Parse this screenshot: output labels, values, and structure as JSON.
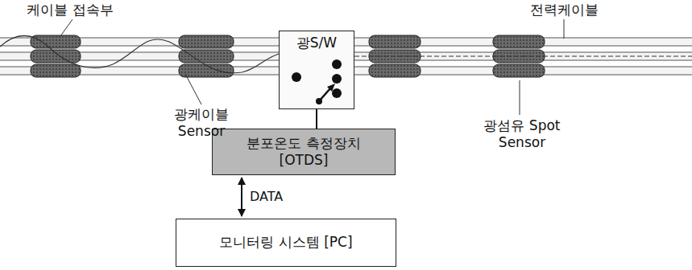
{
  "diagram": {
    "nodes": [
      {
        "text": [
          "광S/W"
        ]
      },
      {
        "text": [
          "분포온도 측정장치 [OTDS]"
        ]
      },
      {
        "text": [
          "모니터링 시스템 [PC]"
        ]
      }
    ],
    "edges": [
      {
        "from": 0,
        "to": 1,
        "arrow": "none"
      },
      {
        "from": 1,
        "to": 2,
        "arrow": "both",
        "label": "DATA"
      }
    ],
    "labels": [
      "케이블 접속부",
      "전력케이블",
      "광케이블 Sensor",
      "광섬유 Spot Sensor"
    ]
  }
}
